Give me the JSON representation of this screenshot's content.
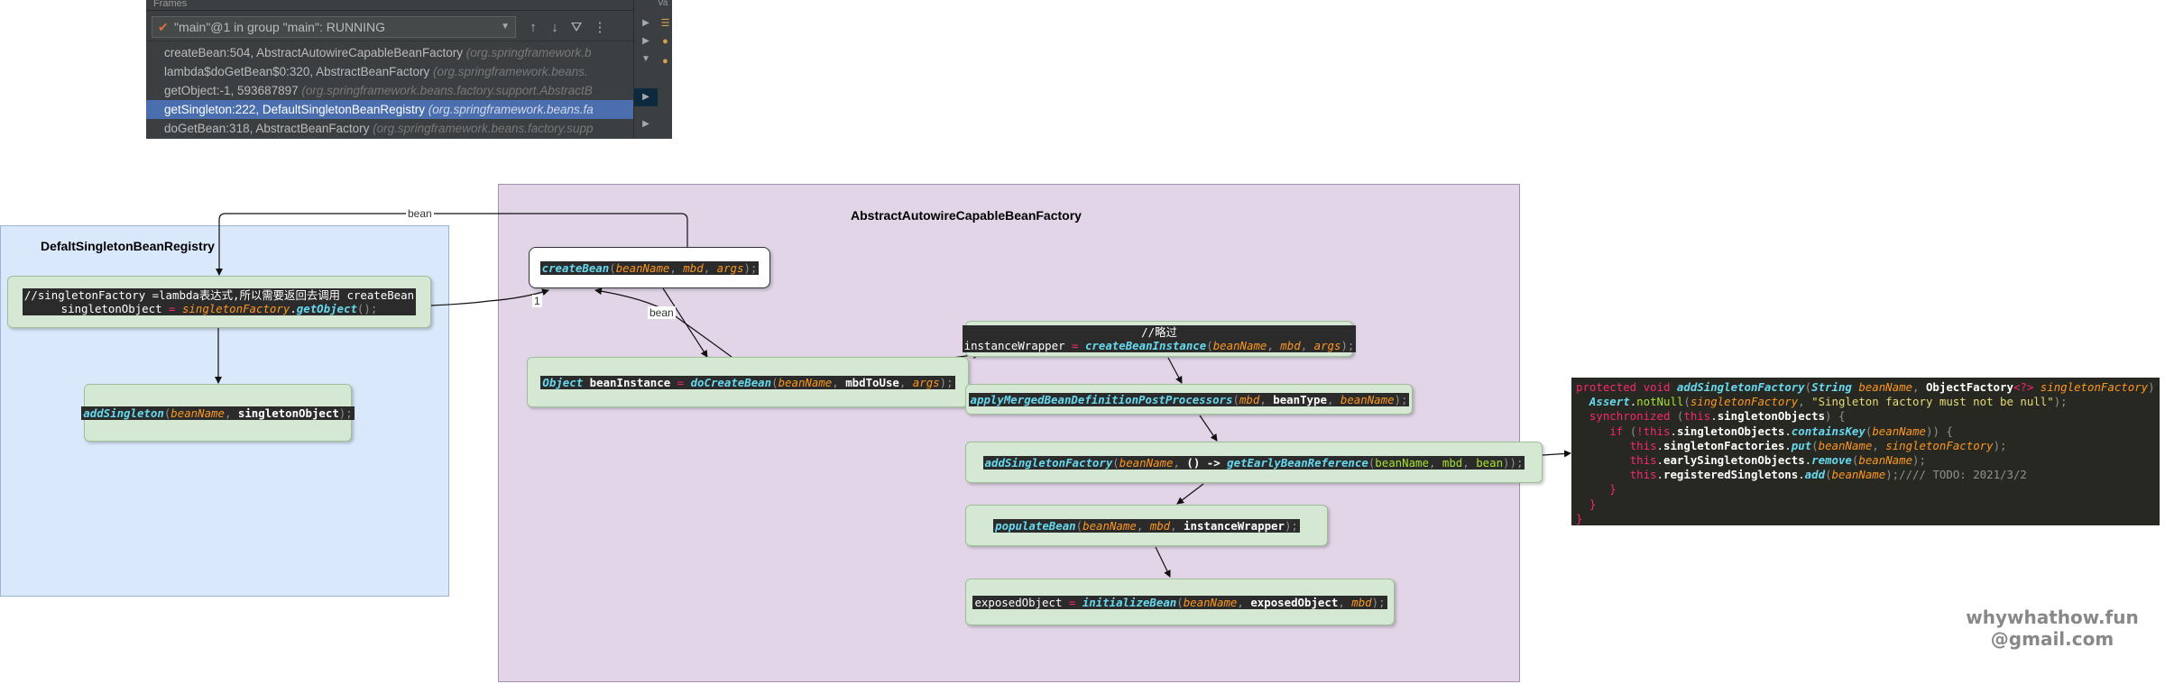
{
  "debugger": {
    "panel_title": "Frames",
    "thread_label": "\"main\"@1 in group \"main\": RUNNING",
    "frames": [
      {
        "method": "createBean:504, AbstractAutowireCapableBeanFactory",
        "package": "(org.springframework.b"
      },
      {
        "method": "lambda$doGetBean$0:320, AbstractBeanFactory",
        "package": "(org.springframework.beans."
      },
      {
        "method": "getObject:-1, 593687897",
        "package": "(org.springframework.beans.factory.support.AbstractB"
      },
      {
        "method": "getSingleton:222, DefaultSingletonBeanRegistry",
        "package": "(org.springframework.beans.fa"
      },
      {
        "method": "doGetBean:318, AbstractBeanFactory",
        "package": "(org.springframework.beans.factory.supp"
      }
    ],
    "selected_frame_index": 3,
    "side_label": "Va"
  },
  "registry": {
    "title": "DefaltSingletonBeanRegistry",
    "get_singleton": {
      "comment": "//singletonFactory =lambda表达式,所以需要返回去调用 createBean",
      "assign_target": "singletonObject",
      "op": " = ",
      "receiver": "singletonFactory",
      "dot": ".",
      "method": "getObject",
      "tail": "();"
    },
    "add_singleton": {
      "method": "addSingleton",
      "open": "(",
      "arg1": "beanName",
      "sep": ", ",
      "arg2": "singletonObject",
      "close": ");"
    }
  },
  "factory": {
    "title": "AbstractAutowireCapableBeanFactory",
    "create_bean": {
      "method": "createBean",
      "open": "(",
      "a1": "beanName",
      "s1": ", ",
      "a2": "mbd",
      "s2": ", ",
      "a3": "args",
      "close": ");"
    },
    "do_create_bean": {
      "type": "Object",
      "var": "beanInstance",
      "op": " = ",
      "method": "doCreateBean",
      "open": "(",
      "a1": "beanName",
      "s1": ", ",
      "a2": "mbdToUse",
      "s2": ", ",
      "a3": "args",
      "close": ");"
    },
    "create_bean_instance": {
      "comment": "//略过",
      "var": "instanceWrapper",
      "op": " = ",
      "method": "createBeanInstance",
      "open": "(",
      "a1": "beanName",
      "s1": ", ",
      "a2": "mbd",
      "s2": ", ",
      "a3": "args",
      "close": ");"
    },
    "apply_merged": {
      "method": "applyMergedBeanDefinitionPostProcessors",
      "open": "(",
      "a1": "mbd",
      "s1": ", ",
      "a2": "beanType",
      "s2": ", ",
      "a3": "beanName",
      "close": ");"
    },
    "add_singleton_factory": {
      "method": "addSingletonFactory",
      "open": "(",
      "a1": "beanName",
      "s1": ", ",
      "lambda": "() ->",
      "m2": "getEarlyBeanReference",
      "open2": "(",
      "b1": "beanName",
      "s2": ", ",
      "b2": "mbd",
      "s3": ", ",
      "b3": "bean",
      "close": "));"
    },
    "populate_bean": {
      "method": "populateBean",
      "open": "(",
      "a1": "beanName",
      "s1": ", ",
      "a2": "mbd",
      "s2": ", ",
      "a3": "instanceWrapper",
      "close": ");"
    },
    "initialize_bean": {
      "var": "exposedObject",
      "op": " = ",
      "method": "initializeBean",
      "open": "(",
      "a1": "beanName",
      "s1": ", ",
      "a2": "exposedObject",
      "s2": ", ",
      "a3": "mbd",
      "close": ");"
    }
  },
  "edges": {
    "bean_top": "bean",
    "bean_middle": "bean",
    "step_one": "1"
  },
  "code_block": {
    "l1": {
      "kw": "protected void ",
      "method": "addSingletonFactory",
      "open": "(",
      "type": "String ",
      "p1": "beanName",
      "sep": ", ",
      "type2": "ObjectFactory",
      "gen": "<?>",
      "p2": " singletonFactory",
      "close": ") {"
    },
    "l2": {
      "indent": "  ",
      "cls": "Assert",
      "dot": ".",
      "method": "notNull",
      "open": "(",
      "arg": "singletonFactory",
      "sep": ", ",
      "str": "\"Singleton factory must not be null\"",
      "close": ");"
    },
    "l3": {
      "indent": "  ",
      "kw": "synchronized ",
      "open": "(",
      "this": "this",
      "dot": ".",
      "field": "singletonObjects",
      "close": ") {"
    },
    "l4": {
      "indent": "     ",
      "kw": "if ",
      "open": "(",
      "not": "!",
      "this": "this",
      "dot": ".",
      "field": "singletonObjects",
      "dot2": ".",
      "method": "containsKey",
      "open2": "(",
      "arg": "beanName",
      "close": ")) {"
    },
    "l5": {
      "indent": "        ",
      "this": "this",
      "dot": ".",
      "field": "singletonFactories",
      "dot2": ".",
      "method": "put",
      "open": "(",
      "a1": "beanName",
      "sep": ", ",
      "a2": "singletonFactory",
      "close": ");"
    },
    "l6": {
      "indent": "        ",
      "this": "this",
      "dot": ".",
      "field": "earlySingletonObjects",
      "dot2": ".",
      "method": "remove",
      "open": "(",
      "arg": "beanName",
      "close": ");"
    },
    "l7": {
      "indent": "        ",
      "this": "this",
      "dot": ".",
      "field": "registeredSingletons",
      "dot2": ".",
      "method": "add",
      "open": "(",
      "arg": "beanName",
      "close": ");",
      "comment": "//// TODO: 2021/3/2"
    },
    "l8": "     }",
    "l9": "  }",
    "l10": "}"
  },
  "watermark": {
    "line1": "whywhathow.fun",
    "line2": "@gmail.com"
  }
}
